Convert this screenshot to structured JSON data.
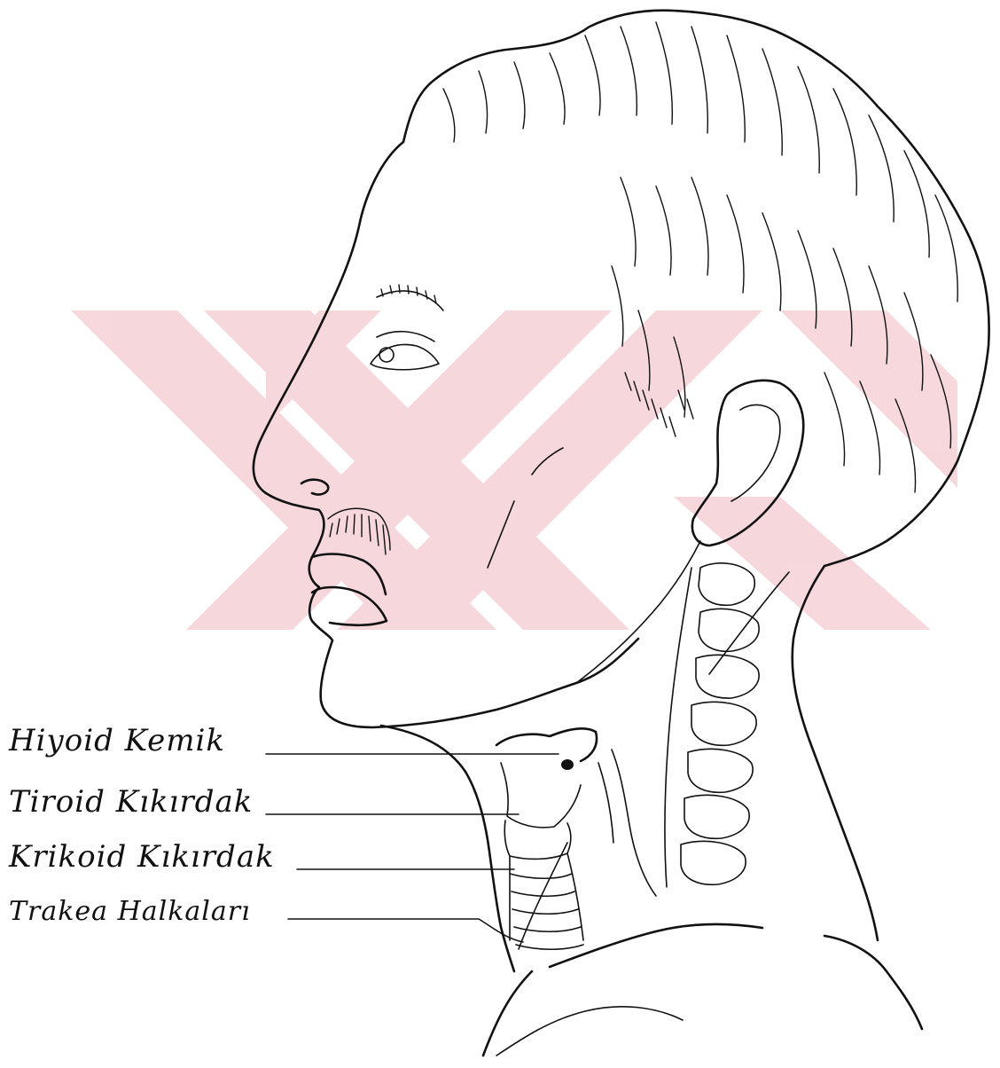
{
  "diagram": {
    "labels": [
      {
        "id": "hyoid",
        "text": "Hiyoid Kemik"
      },
      {
        "id": "thyroid",
        "text": "Tiroid Kıkırdak"
      },
      {
        "id": "cricoid",
        "text": "Krikoid Kıkırdak"
      },
      {
        "id": "trachea",
        "text": "Trakea Halkaları"
      }
    ],
    "watermark_color": "#f0b8bf",
    "ink_color": "#111111"
  }
}
